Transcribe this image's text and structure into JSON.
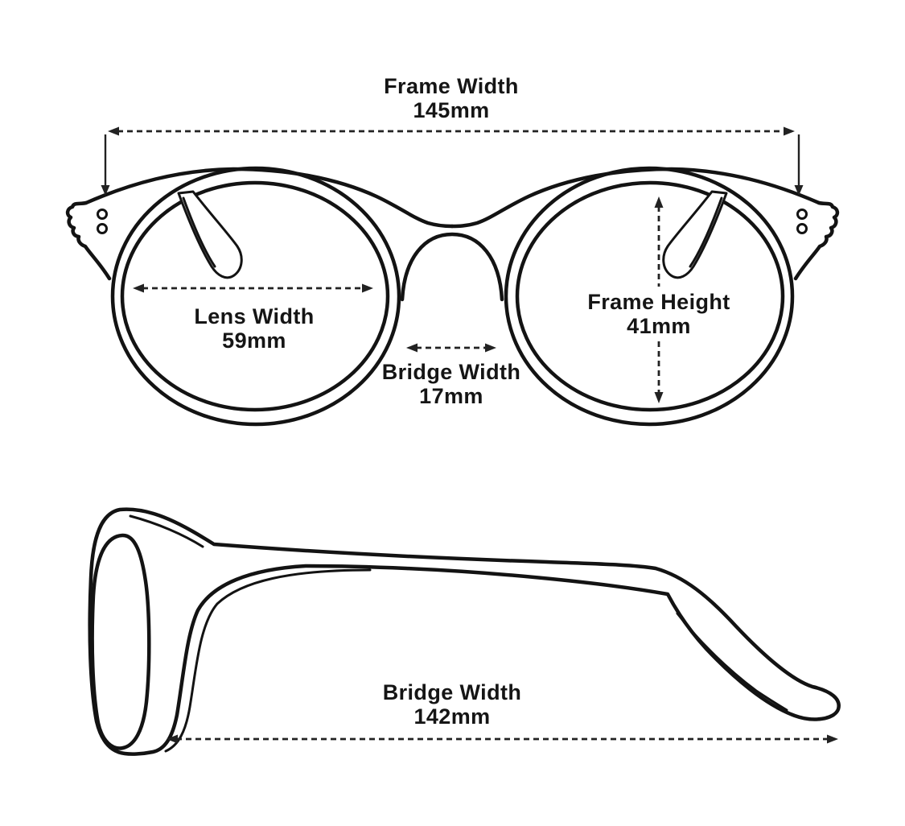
{
  "diagram": {
    "ink_color": "#131313",
    "dash_color": "#222222",
    "background_color": "#ffffff"
  },
  "front_view": {
    "annotations": {
      "frame_width": {
        "label": "Frame Width",
        "value": "145mm"
      },
      "lens_width": {
        "label": "Lens Width",
        "value": "59mm"
      },
      "bridge_width": {
        "label": "Bridge Width",
        "value": "17mm"
      },
      "frame_height": {
        "label": "Frame Height",
        "value": "41mm"
      }
    }
  },
  "side_view": {
    "annotations": {
      "temple_length": {
        "label": "Bridge Width",
        "value": "142mm"
      }
    }
  }
}
